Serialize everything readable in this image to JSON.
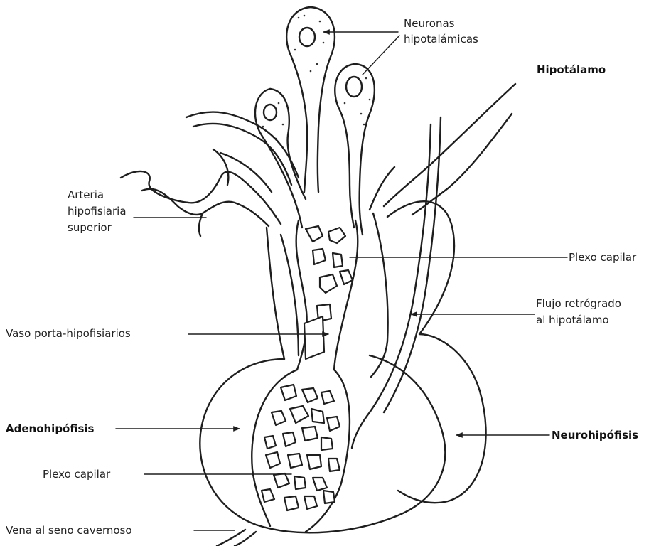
{
  "labels": {
    "neuronas": [
      "Neuronas",
      "hipotalámicas"
    ],
    "hipotalamo": "Hipotálamo",
    "arteria": [
      "Arteria",
      "hipofisiaria",
      "superior"
    ],
    "plexo_capilar_superior": "Plexo capilar",
    "flujo": [
      "Flujo retrógrado",
      "al hipotálamo"
    ],
    "vaso_porta": "Vaso porta-hipofisiarios",
    "adenohipofisis": "Adenohipófisis",
    "neurohipofisis": "Neurohipófisis",
    "plexo_capilar_inferior": "Plexo capilar",
    "vena": "Vena al seno cavernoso"
  },
  "colors": {
    "ink": "#1e1e1e",
    "background": "#ffffff"
  }
}
